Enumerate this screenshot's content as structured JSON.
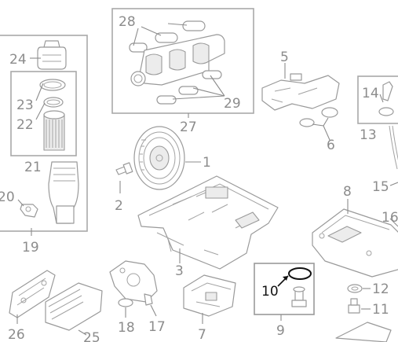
{
  "diagram": {
    "callouts": {
      "c1": "1",
      "c2": "2",
      "c3": "3",
      "c5": "5",
      "c6": "6",
      "c7": "7",
      "c8": "8",
      "c9": "9",
      "c10": "10",
      "c11": "11",
      "c12": "12",
      "c13": "13",
      "c14": "14",
      "c15": "15",
      "c16": "16",
      "c17": "17",
      "c18": "18",
      "c19": "19",
      "c20": "20",
      "c21": "21",
      "c22": "22",
      "c23": "23",
      "c24": "24",
      "c25": "25",
      "c26": "26",
      "c27": "27",
      "c28": "28",
      "c29": "29"
    },
    "colors": {
      "line": "#9a9a9a",
      "label": "#8c8c8c",
      "highlight": "#111111",
      "background": "#ffffff"
    }
  }
}
